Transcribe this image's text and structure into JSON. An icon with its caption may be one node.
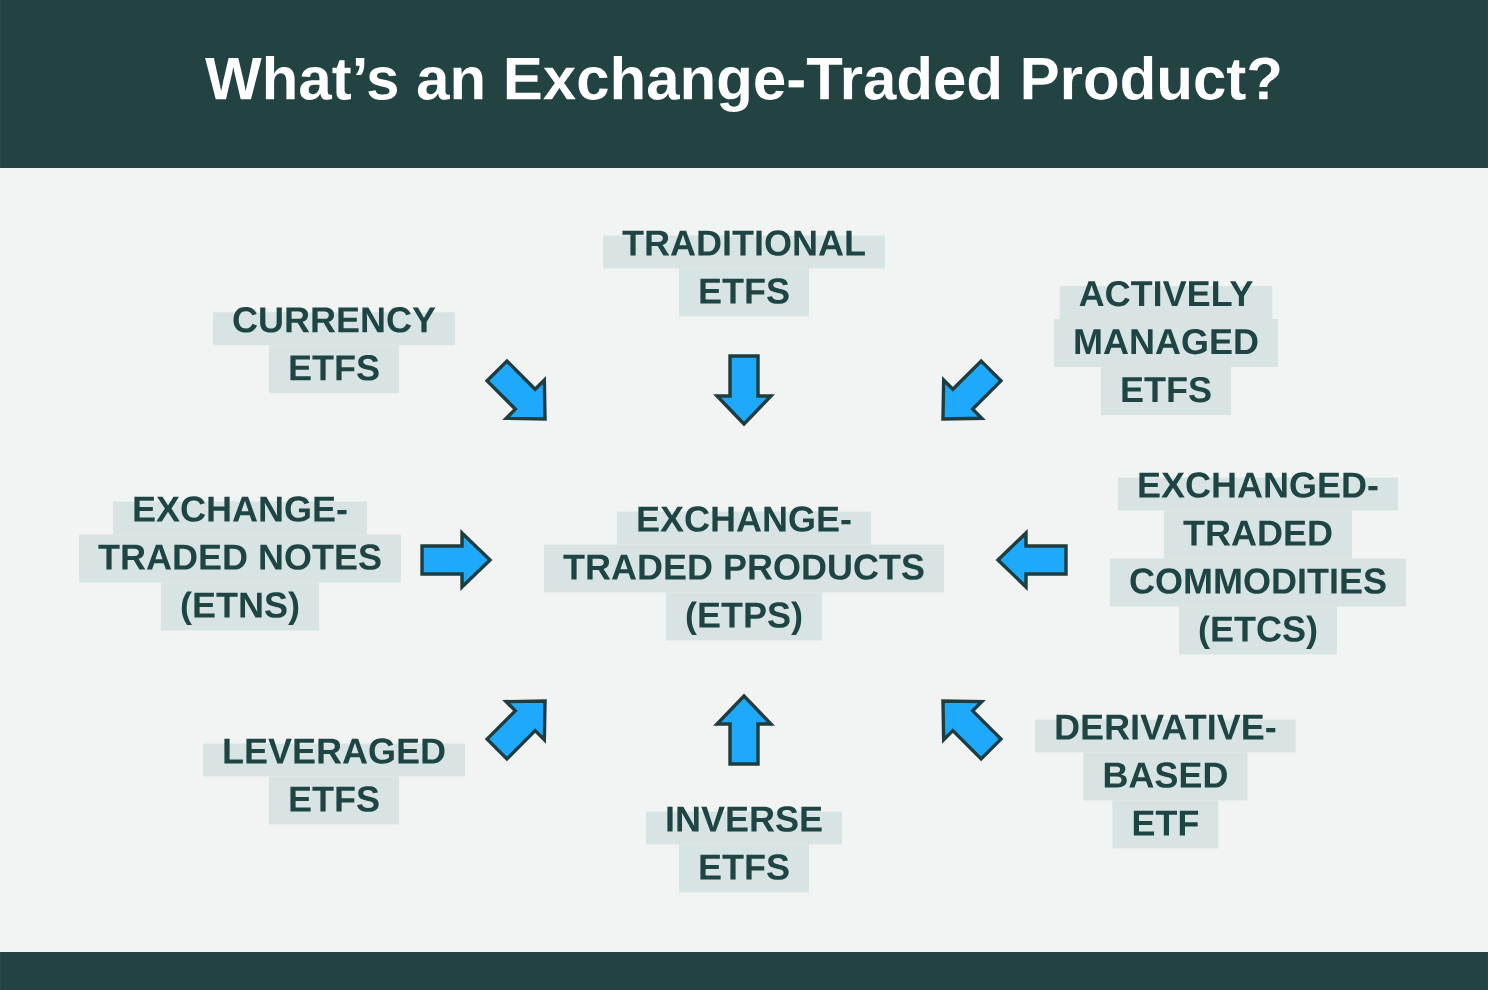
{
  "diagram": {
    "title": "What’s an Exchange-Traded Product?",
    "nodes": [
      {
        "text": [
          "TRADITIONAL ETFS"
        ]
      },
      {
        "text": [
          "CURRENCY ETFS"
        ]
      },
      {
        "text": [
          "ACTIVELY MANAGED ETFS"
        ]
      },
      {
        "text": [
          "EXCHANGE-TRADED NOTES (ETNS)"
        ]
      },
      {
        "text": [
          "EXCHANGE-TRADED PRODUCTS (ETPS)"
        ]
      },
      {
        "text": [
          "EXCHANGED-TRADED COMMODITIES (ETCS)"
        ]
      },
      {
        "text": [
          "LEVERAGED ETFS"
        ]
      },
      {
        "text": [
          "DERIVATIVE-BASED ETF"
        ]
      },
      {
        "text": [
          "INVERSE ETFS"
        ]
      }
    ],
    "edges": [
      {
        "from": 0,
        "to": 4,
        "arrow": "to"
      },
      {
        "from": 1,
        "to": 4,
        "arrow": "to"
      },
      {
        "from": 2,
        "to": 4,
        "arrow": "to"
      },
      {
        "from": 3,
        "to": 4,
        "arrow": "to"
      },
      {
        "from": 5,
        "to": 4,
        "arrow": "to"
      },
      {
        "from": 6,
        "to": 4,
        "arrow": "to"
      },
      {
        "from": 7,
        "to": 4,
        "arrow": "to"
      },
      {
        "from": 8,
        "to": 4,
        "arrow": "to"
      }
    ]
  }
}
